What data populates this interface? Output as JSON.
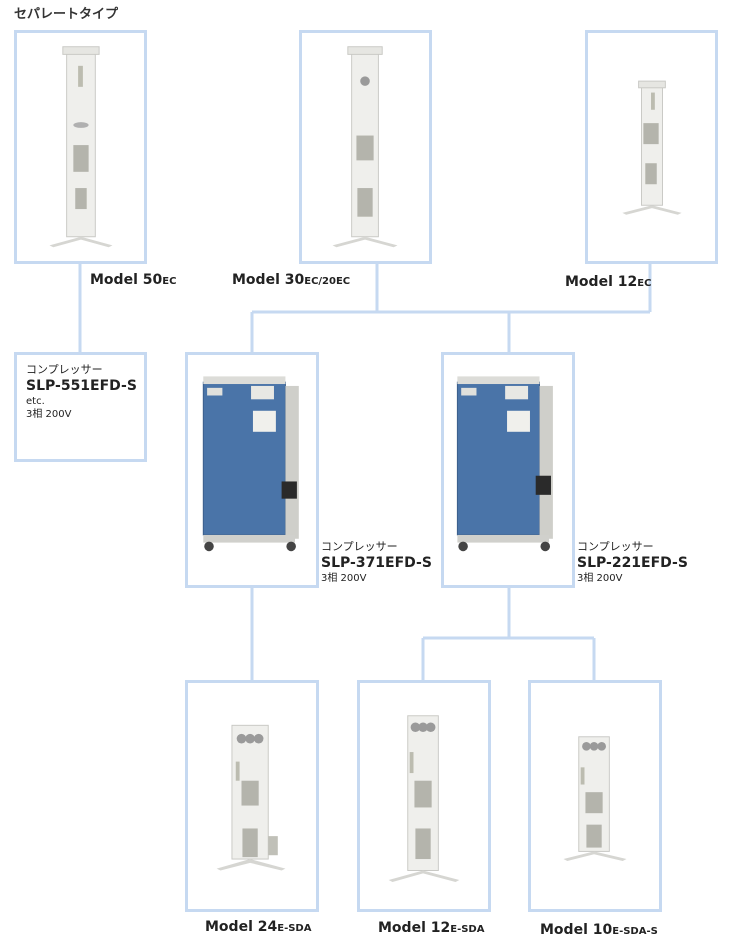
{
  "heading": "セパレートタイプ",
  "dryers": [
    {
      "name": "Model 50",
      "suffix": "EC"
    },
    {
      "name": "Model 30",
      "suffix": "EC/20EC"
    },
    {
      "name": "Model 12",
      "suffix": "EC"
    },
    {
      "name": "Model 24",
      "suffix": "E-SDA"
    },
    {
      "name": "Model 12",
      "suffix": "E-SDA"
    },
    {
      "name": "Model 10",
      "suffix": "E-SDA-S"
    }
  ],
  "compressors": [
    {
      "type": "コンプレッサー",
      "model": "SLP-551EFD-S",
      "extra": "etc.",
      "spec": "3相 200V"
    },
    {
      "type": "コンプレッサー",
      "model": "SLP-371EFD-S",
      "extra": "",
      "spec": "3相 200V"
    },
    {
      "type": "コンプレッサー",
      "model": "SLP-221EFD-S",
      "extra": "",
      "spec": "3相 200V"
    }
  ],
  "colors": {
    "border": "#c6d9f1",
    "connector": "#c6d9f1",
    "panel": "#4a74a8"
  }
}
